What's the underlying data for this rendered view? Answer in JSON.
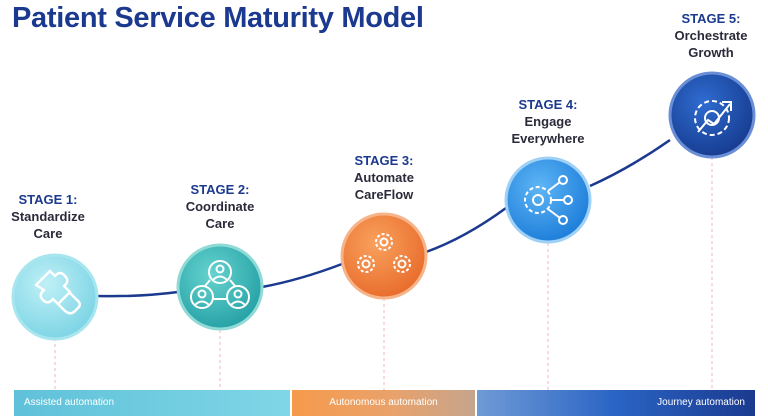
{
  "title": "Patient Service Maturity Model",
  "stages": [
    {
      "stage": "STAGE 1:",
      "name_lines": [
        "Standardize",
        "Care"
      ],
      "icon": "puzzle-icon",
      "color": "#7fd6e6"
    },
    {
      "stage": "STAGE 2:",
      "name_lines": [
        "Coordinate",
        "Care"
      ],
      "icon": "people-network-icon",
      "color": "#3fb7b8"
    },
    {
      "stage": "STAGE 3:",
      "name_lines": [
        "Automate",
        "CareFlow"
      ],
      "icon": "gears-icon",
      "color": "#f07f3a"
    },
    {
      "stage": "STAGE 4:",
      "name_lines": [
        "Engage",
        "Everywhere"
      ],
      "icon": "gear-network-icon",
      "color": "#2b8fe6"
    },
    {
      "stage": "STAGE 5:",
      "name_lines": [
        "Orchestrate",
        "Growth"
      ],
      "icon": "growth-gear-icon",
      "color": "#1b3a8f"
    }
  ],
  "bands": [
    {
      "label": "Assisted automation",
      "color": "#6cc9df"
    },
    {
      "label": "Autonomous automation",
      "color": "#ef9a55"
    },
    {
      "label": "Journey automation",
      "color": "#1b3a8f"
    }
  ]
}
